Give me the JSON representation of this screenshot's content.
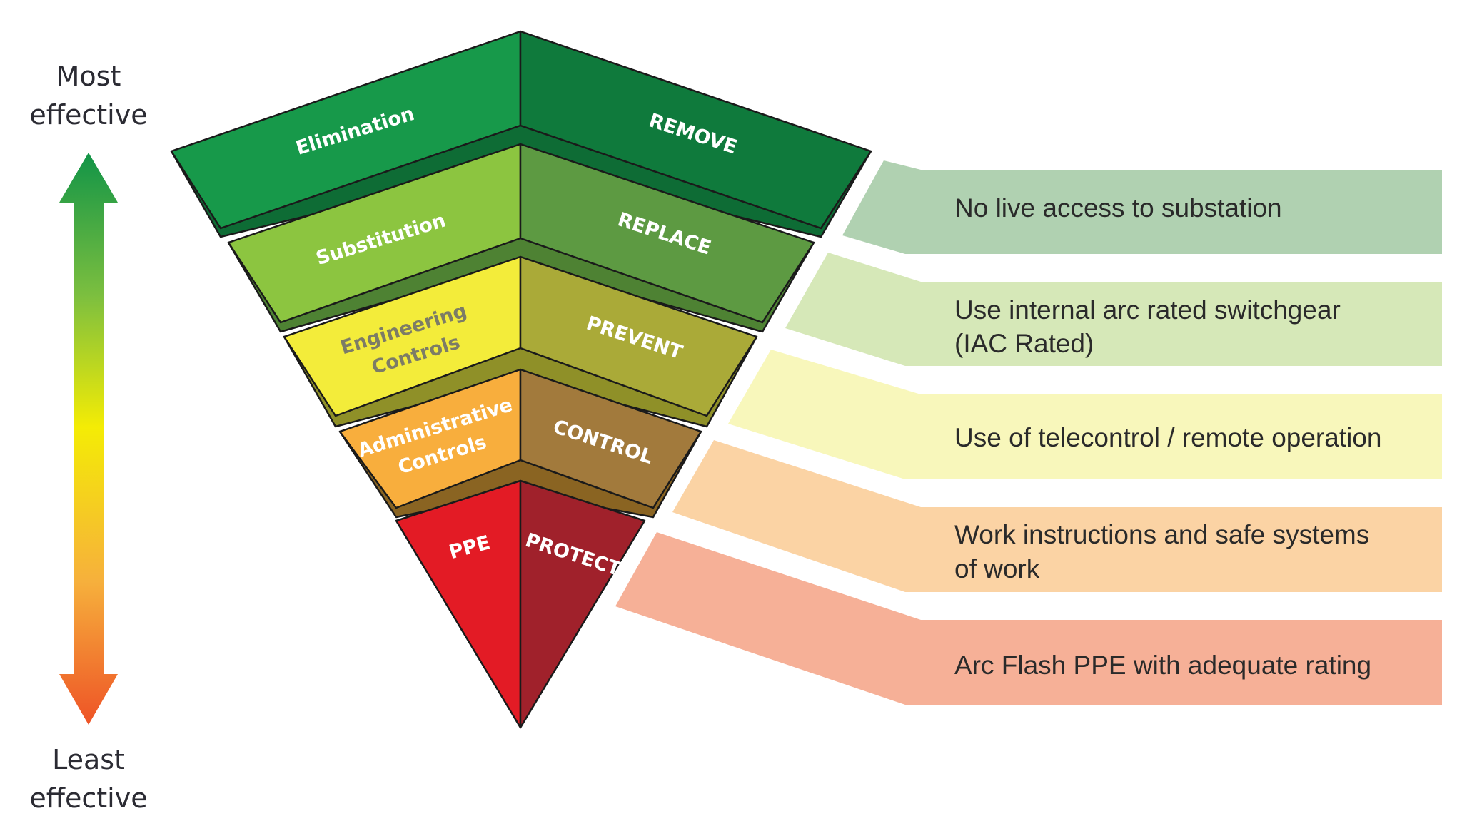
{
  "scale": {
    "top_label": [
      "Most",
      "effective"
    ],
    "bottom_label": [
      "Least",
      "effective"
    ],
    "gradient_colors": [
      "#119447",
      "#7cbf3f",
      "#f4ec05",
      "#f6b03c",
      "#ee5326"
    ]
  },
  "hierarchy": [
    {
      "level": "Elimination",
      "action": "REMOVE",
      "left_color": "#17994a",
      "right_color": "#0f7a3c",
      "rim_color": "#0e6c35",
      "left_text_color": "#ffffff",
      "right_text_color": "#ffffff",
      "example": "No live access to substation",
      "example_color": "#b0d1b1"
    },
    {
      "level": "Substitution",
      "action": "REPLACE",
      "left_color": "#8cc540",
      "right_color": "#5d9a42",
      "rim_color": "#4e8233",
      "left_text_color": "#ffffff",
      "right_text_color": "#ffffff",
      "example": "Use internal arc rated switchgear (IAC Rated)",
      "example_color": "#d6e8b8"
    },
    {
      "level": "Engineering Controls",
      "action": "PREVENT",
      "left_color": "#f3ec3a",
      "right_color": "#aaaa38",
      "rim_color": "#8f9028",
      "left_text_color": "#7c7c66",
      "right_text_color": "#ffffff",
      "example": "Use of telecontrol / remote operation",
      "example_color": "#f8f7bb"
    },
    {
      "level": "Administrative Controls",
      "action": "CONTROL",
      "left_color": "#f8ae3d",
      "right_color": "#a27a3c",
      "rim_color": "#8a6422",
      "left_text_color": "#ffffff",
      "right_text_color": "#ffffff",
      "example": "Work instructions and safe systems of work",
      "example_color": "#fbd3a4"
    },
    {
      "level": "PPE",
      "action": "PROTECT",
      "left_color": "#e31b25",
      "right_color": "#a0212b",
      "rim_color": "#7a1a20",
      "left_text_color": "#ffffff",
      "right_text_color": "#ffffff",
      "example": "Arc Flash PPE with adequate rating",
      "example_color": "#f6b097"
    }
  ]
}
